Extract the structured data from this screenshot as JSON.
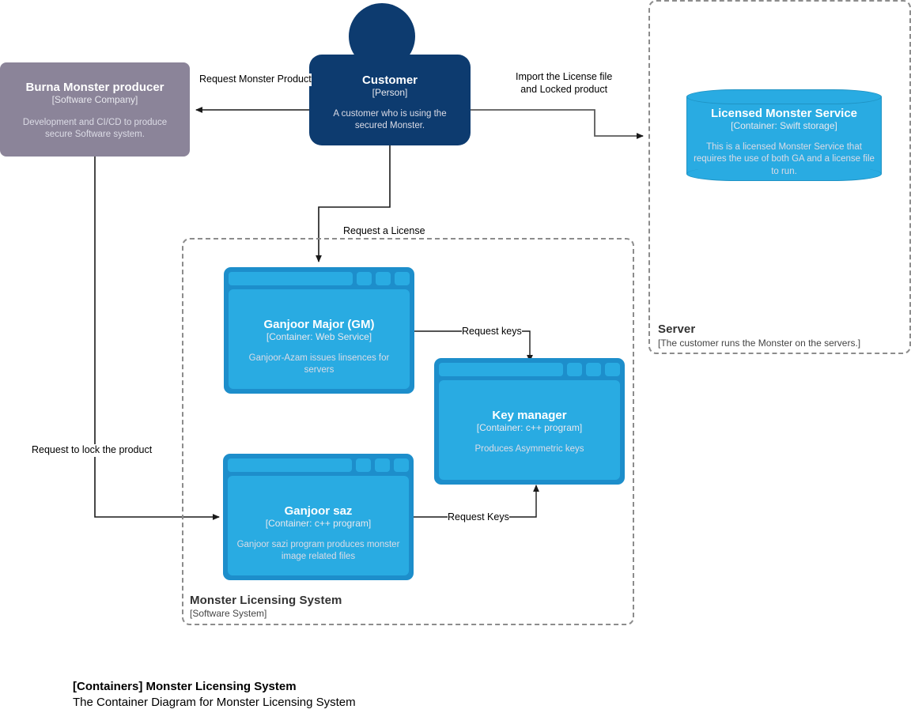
{
  "diagram": {
    "footer_title": "[Containers] Monster Licensing System",
    "footer_subtitle": "The Container Diagram for Monster Licensing System"
  },
  "boundaries": {
    "server": {
      "label": "Server",
      "sublabel": "[The customer runs the Monster on the servers.]"
    },
    "licensing_system": {
      "label": "Monster Licensing System",
      "sublabel": "[Software System]"
    }
  },
  "nodes": {
    "burna": {
      "title": "Burna Monster producer",
      "subtitle": "[Software Company]",
      "description": "Development and CI/CD to produce secure Software system.",
      "color": "#8b8499"
    },
    "customer": {
      "title": "Customer",
      "subtitle": "[Person]",
      "description": "A customer who is using the secured Monster.",
      "color": "#0d3b6f"
    },
    "licensed_monster_service": {
      "title": "Licensed Monster Service",
      "subtitle": "[Container: Swift storage]",
      "description": "This is a licensed Monster Service that requires the use of both GA and a license file to run.",
      "color": "#29abe2"
    },
    "ganjoor_major": {
      "title": "Ganjoor Major (GM)",
      "subtitle": "[Container: Web Service]",
      "description": "Ganjoor-Azam issues linsences for servers",
      "color": "#29abe2"
    },
    "key_manager": {
      "title": "Key manager",
      "subtitle": "[Container: c++ program]",
      "description": "Produces Asymmetric keys",
      "color": "#29abe2"
    },
    "ganjoor_saz": {
      "title": "Ganjoor saz",
      "subtitle": "[Container: c++ program]",
      "description": "Ganjoor sazi program produces monster image related files",
      "color": "#29abe2"
    }
  },
  "edges": {
    "request_monster_product": "Request Monster Product",
    "import_license_line1": "Import the License file",
    "import_license_line2": "and Locked product",
    "request_a_license": "Request a License",
    "request_keys_upper": "Request keys",
    "request_keys_lower": "Request Keys",
    "request_to_lock": "Request to lock the product"
  }
}
